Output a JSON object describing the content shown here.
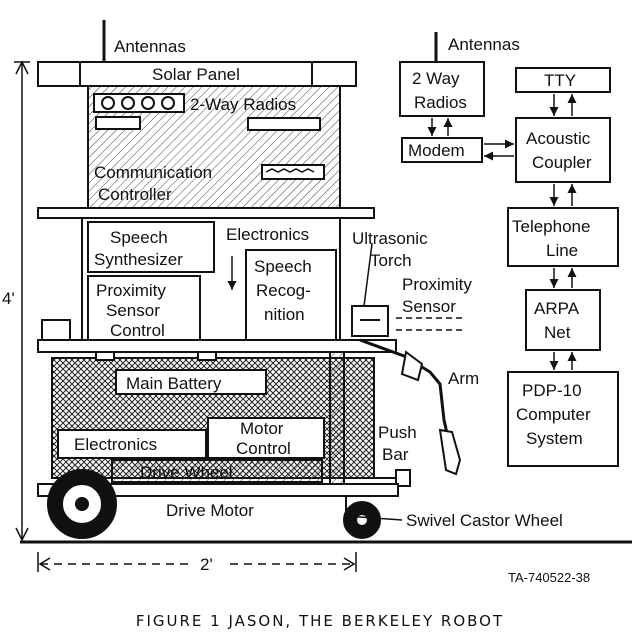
{
  "robot": {
    "antennas_left": "Antennas",
    "solar_panel": "Solar Panel",
    "radios": "2-Way Radios",
    "comm_controller_1": "Communication",
    "comm_controller_2": "Controller",
    "speech_synth_1": "Speech",
    "speech_synth_2": "Synthesizer",
    "electronics_top": "Electronics",
    "ultrasonic_1": "Ultrasonic",
    "ultrasonic_2": "Torch",
    "prox_control_1": "Proximity",
    "prox_control_2": "Sensor",
    "prox_control_3": "Control",
    "speech_recog_1": "Speech",
    "speech_recog_2": "Recog-",
    "speech_recog_3": "nition",
    "prox_sensor_1": "Proximity",
    "prox_sensor_2": "Sensor",
    "arm": "Arm",
    "main_battery": "Main Battery",
    "electronics_bottom": "Electronics",
    "motor_control_1": "Motor",
    "motor_control_2": "Control",
    "push_bar_1": "Push",
    "push_bar_2": "Bar",
    "drive_wheel": "Drive Wheel",
    "drive_motor": "Drive Motor",
    "swivel_castor": "Swivel Castor Wheel",
    "height": "4'",
    "width": "2'"
  },
  "network": {
    "antennas_right": "Antennas",
    "radios_1": "2 Way",
    "radios_2": "Radios",
    "modem": "Modem",
    "tty": "TTY",
    "coupler_1": "Acoustic",
    "coupler_2": "Coupler",
    "phone_1": "Telephone",
    "phone_2": "Line",
    "arpa_1": "ARPA",
    "arpa_2": "Net",
    "pdp_1": "PDP-10",
    "pdp_2": "Computer",
    "pdp_3": "System"
  },
  "figure_id": "TA-740522-38",
  "caption": "FIGURE 1   JASON, THE BERKELEY ROBOT"
}
